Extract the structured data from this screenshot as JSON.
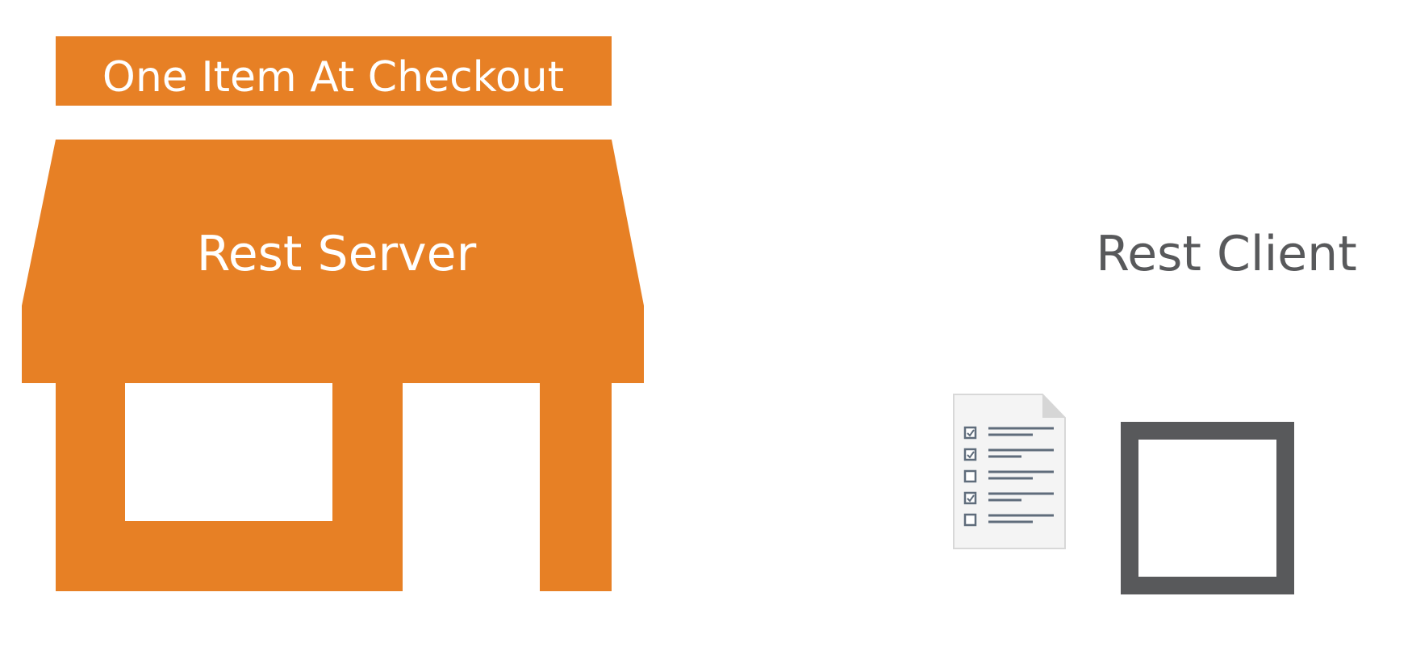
{
  "diagram": {
    "checkout_sign": {
      "label": "One Item At Checkout"
    },
    "server": {
      "label": "Rest Server",
      "color": "#e78025"
    },
    "client": {
      "label": "Rest Client",
      "color": "#58595b"
    },
    "document": {
      "icon": "checklist-document-icon",
      "items": [
        {
          "checked": true
        },
        {
          "checked": true
        },
        {
          "checked": false
        },
        {
          "checked": true
        },
        {
          "checked": false
        }
      ]
    }
  }
}
